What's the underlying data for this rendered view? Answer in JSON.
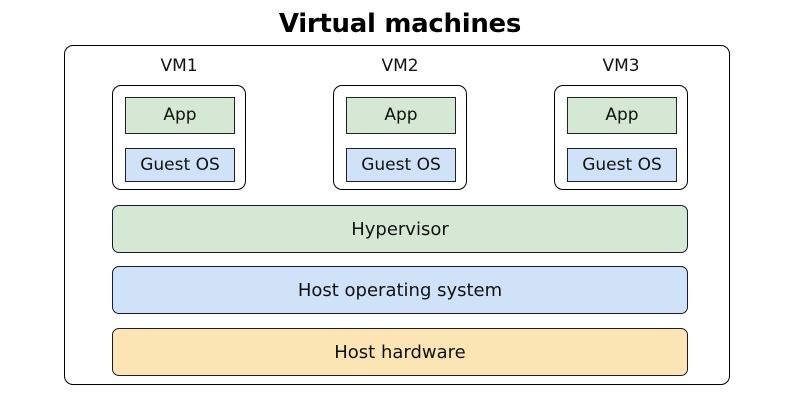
{
  "title": "Virtual machines",
  "diagram": {
    "vms": [
      {
        "label": "VM1",
        "app": "App",
        "guest_os": "Guest OS"
      },
      {
        "label": "VM2",
        "app": "App",
        "guest_os": "Guest OS"
      },
      {
        "label": "VM3",
        "app": "App",
        "guest_os": "Guest OS"
      }
    ],
    "layers": [
      {
        "label": "Hypervisor",
        "color": "#d5e8d4"
      },
      {
        "label": "Host operating system",
        "color": "#cfe2f8"
      },
      {
        "label": "Host hardware",
        "color": "#fce5b4"
      }
    ]
  },
  "colors": {
    "app_green": "#d5e8d4",
    "guest_blue": "#cfe2f8",
    "hardware_orange": "#fce5b4",
    "stroke": "#000000",
    "text": "#111111",
    "background": "#ffffff"
  }
}
